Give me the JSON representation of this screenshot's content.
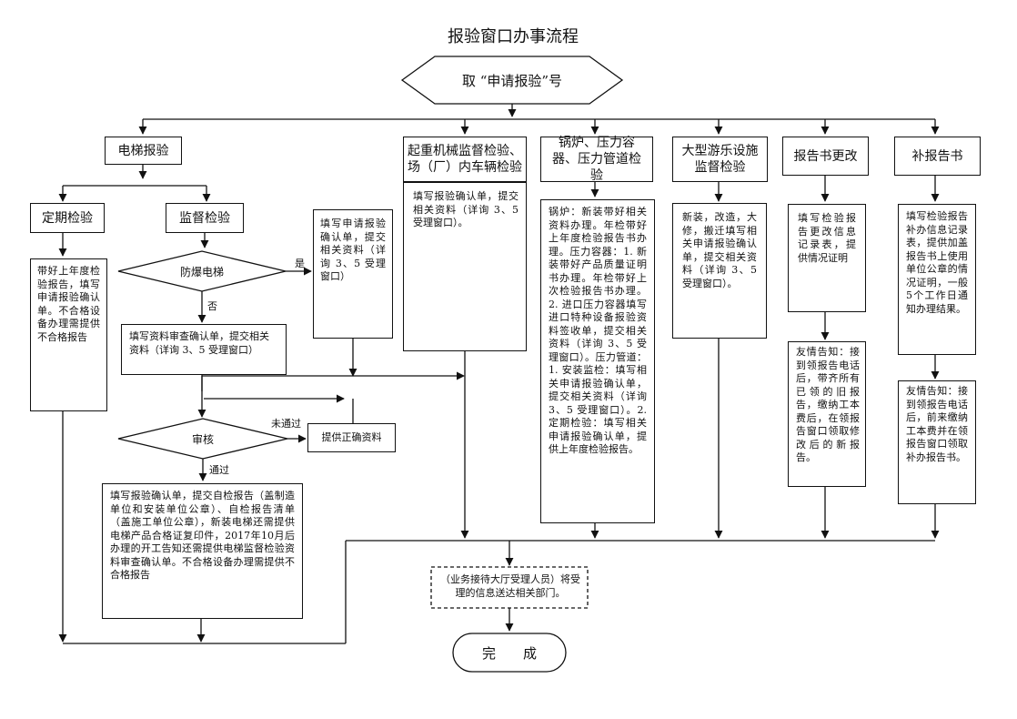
{
  "title": "报验窗口办事流程",
  "start": "取 “申请报验”号",
  "branches": {
    "elevator": "电梯报验",
    "periodic": "定期检验",
    "supervision": "监督检验",
    "hoisting": "起重机械监督检验、场（厂）内车辆检验",
    "boiler": "锅炉、压力容器、压力管道检验",
    "amusement": "大型游乐设施监督检验",
    "report_change": "报告书更改",
    "report_reissue": "补报告书"
  },
  "decisions": {
    "explosion_proof": "防爆电梯",
    "review": "审核"
  },
  "edge_labels": {
    "yes": "是",
    "no": "否",
    "not_passed": "未通过",
    "passed": "通过"
  },
  "texts": {
    "periodic_detail": "带好上年度检验报告，填写申请报验确认单。不合格设备办理需提供不合格报告",
    "explosion_yes_detail": "填写申请报验确认单，提交相关资料（详询 3、5 受理窗口）",
    "explosion_no_detail": "填写资料审查确认单，提交相关资料（详询 3、5 受理窗口）",
    "provide_correct": "提供正确资料",
    "pass_detail": "填写报验确认单，提交自检报告（盖制造单位和安装单位公章）、自检报告清单（盖施工单位公章），新装电梯还需提供电梯产品合格证复印件，2017年10月后办理的开工告知还需提供电梯监督检验资料审查确认单。不合格设备办理需提供不合格报告",
    "hoisting_detail": "填写报验确认单，提交相关资料（详询 3、5 受理窗口）。",
    "boiler_detail": "锅炉：新装带好相关资料办理。年检带好上年度检验报告书办理。压力容器：1. 新装带好产品质量证明书办理。年检带好上次检验报告书办理。2. 进口压力容器填写进口特种设备报验资料签收单，提交相关资料（详询 3、5 受理窗口）。压力管道：1. 安装监检：填写相关申请报验确认单，提交相关资料（详询 3、5 受理窗口）。2. 定期检验：填写相关申请报验确认单，提供上年度检验报告。",
    "amusement_detail": "新装，改造，大修，搬迁填写相关申请报验确认单，提交相关资料（详询 3、5 受理窗口）。",
    "report_change_detail": "填写检验报告更改信息记录表，提供情况证明",
    "report_change_notice": "友情告知：接到领报告电话后，带齐所有已领的旧报告，缴纳工本费后，在领报告窗口领取修改后的新报告。",
    "reissue_detail": "填写检验报告补办信息记录表，提供加盖报告书上使用单位公章的情况证明，一般5个工作日通知办理结果。",
    "reissue_notice": "友情告知：接到领报告电话后，前来缴纳工本费并在领报告窗口领取补办报告书。",
    "handover": "（业务接待大厅受理人员）将受理的信息送达相关部门。",
    "done": "完　　成"
  }
}
